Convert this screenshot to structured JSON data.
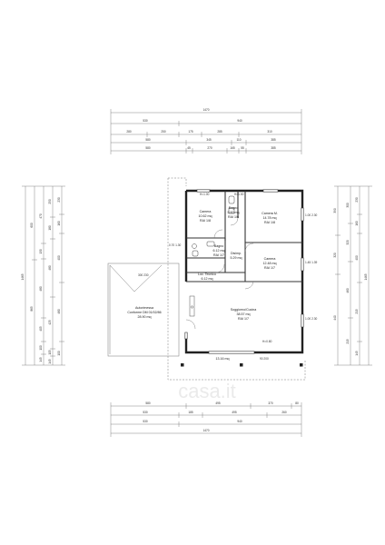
{
  "watermark": "casa.it",
  "top_dimensions": {
    "overall": "1470",
    "row2": [
      "530",
      "940"
    ],
    "row3": [
      "280",
      "250",
      "175",
      "285",
      "310"
    ],
    "row4": [
      "580",
      "345",
      "110",
      "385"
    ],
    "row5": [
      "580",
      "45",
      "270",
      "165",
      "55",
      "385"
    ]
  },
  "bottom_dimensions": {
    "row1": [
      "580",
      "495",
      "370",
      "80"
    ],
    "row2": [
      "530",
      "185",
      "495",
      "260"
    ],
    "row3": [
      "530",
      "940"
    ],
    "overall": "1470"
  },
  "left_dimensions": {
    "overall": "1465",
    "col_a": [
      "600",
      "865"
    ],
    "col_b": [
      "470",
      "130",
      "480",
      "405",
      "100",
      "145"
    ],
    "col_c": [
      "250",
      "180",
      "480",
      "425",
      "105",
      "145"
    ],
    "col_d": [
      "230",
      "160",
      "400",
      "480",
      "100"
    ]
  },
  "right_dimensions": {
    "overall": "1465",
    "col_a": [
      "390",
      "320",
      "440"
    ],
    "col_b": [
      "300",
      "320",
      "460",
      "215"
    ],
    "col_c": [
      "230",
      "160",
      "400",
      "215",
      "145"
    ]
  },
  "rooms": {
    "camera": {
      "name": "Camera",
      "area": "10.62 mq",
      "rai": "RAI 1/8"
    },
    "bagno": {
      "name": "Bagno",
      "area": "5.60 mq",
      "rai": "RAI 1/6"
    },
    "camera_m": {
      "name": "Camera M.",
      "area": "14.78 mq",
      "rai": "RAI 1/8"
    },
    "bagno2": {
      "name": "Bagno",
      "area": "6.12 mq",
      "rai": "RAI 1/7"
    },
    "disimpegno": {
      "name": "Disimp.",
      "area": "5.29 mq"
    },
    "camera2": {
      "name": "Camera",
      "area": "12.48 mq",
      "rai": "RAI 1/7"
    },
    "locale_tecnico": {
      "name": "Loc. Tecnico",
      "area": "6.12 mq"
    },
    "autorimessa": {
      "name": "Autorimessa",
      "note": "Conforme DM 01/02/86",
      "area": "28.90 mq"
    },
    "soggiorno": {
      "name": "Soggiorno/Cucina",
      "area": "38.57 mq",
      "rai": "RAI 1/7"
    },
    "portico": {
      "area": "13.16 mq"
    }
  },
  "labels": {
    "h_top": "H=1.00",
    "h_top2": "H=1.00",
    "h_soggiorno": "H=0.80",
    "h_left": "0.70\n1.30",
    "win1": "1.00\n2.30",
    "win2": "1.45\n1.39",
    "win3": "1.00\n2.30",
    "pill_auto": "300\n230",
    "door_bottom": "90\n200"
  }
}
